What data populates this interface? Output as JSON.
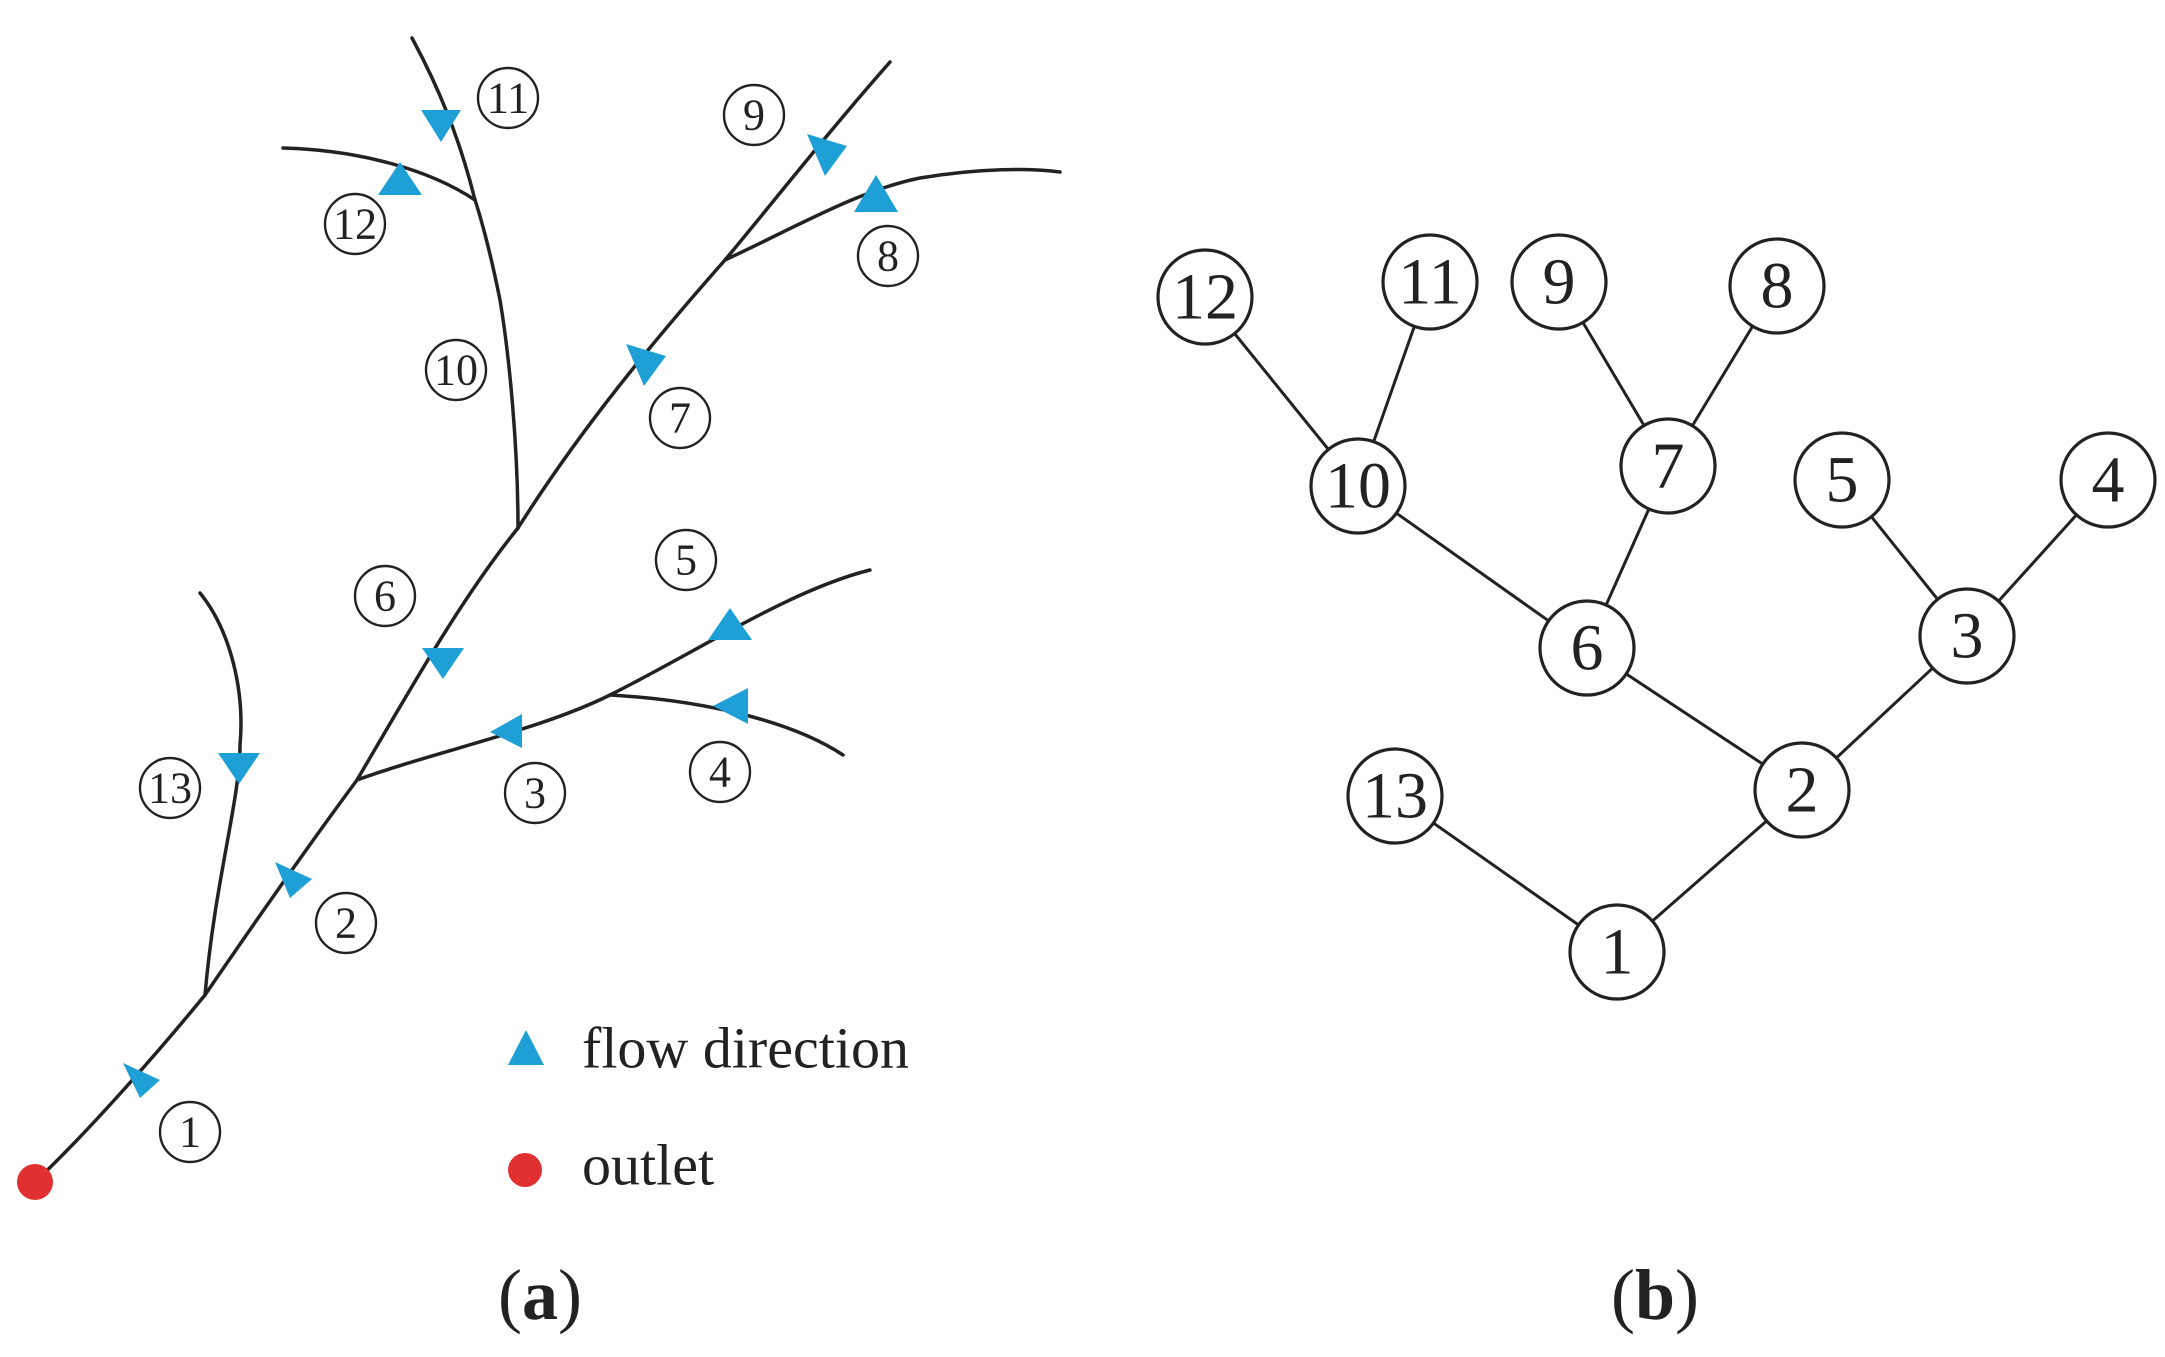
{
  "panel_a": {
    "segment_labels": [
      "1",
      "2",
      "3",
      "4",
      "5",
      "6",
      "7",
      "8",
      "9",
      "10",
      "11",
      "12",
      "13"
    ],
    "legend": {
      "flow_direction": "flow direction",
      "outlet": "outlet"
    },
    "caption": {
      "open": "(",
      "letter": "a",
      "close": ")"
    }
  },
  "panel_b": {
    "nodes": [
      "1",
      "2",
      "3",
      "4",
      "5",
      "6",
      "7",
      "8",
      "9",
      "10",
      "11",
      "12",
      "13"
    ],
    "edges": [
      [
        "1",
        "13"
      ],
      [
        "1",
        "2"
      ],
      [
        "2",
        "6"
      ],
      [
        "2",
        "3"
      ],
      [
        "3",
        "5"
      ],
      [
        "3",
        "4"
      ],
      [
        "6",
        "10"
      ],
      [
        "6",
        "7"
      ],
      [
        "10",
        "12"
      ],
      [
        "10",
        "11"
      ],
      [
        "7",
        "9"
      ],
      [
        "7",
        "8"
      ]
    ],
    "caption": {
      "open": "(",
      "letter": "b",
      "close": ")"
    }
  },
  "colors": {
    "flow_arrow": "#1e9fd6",
    "outlet": "#e03030",
    "line": "#222222"
  },
  "icons": {
    "flow_direction": "blue-triangle",
    "outlet": "red-dot"
  }
}
